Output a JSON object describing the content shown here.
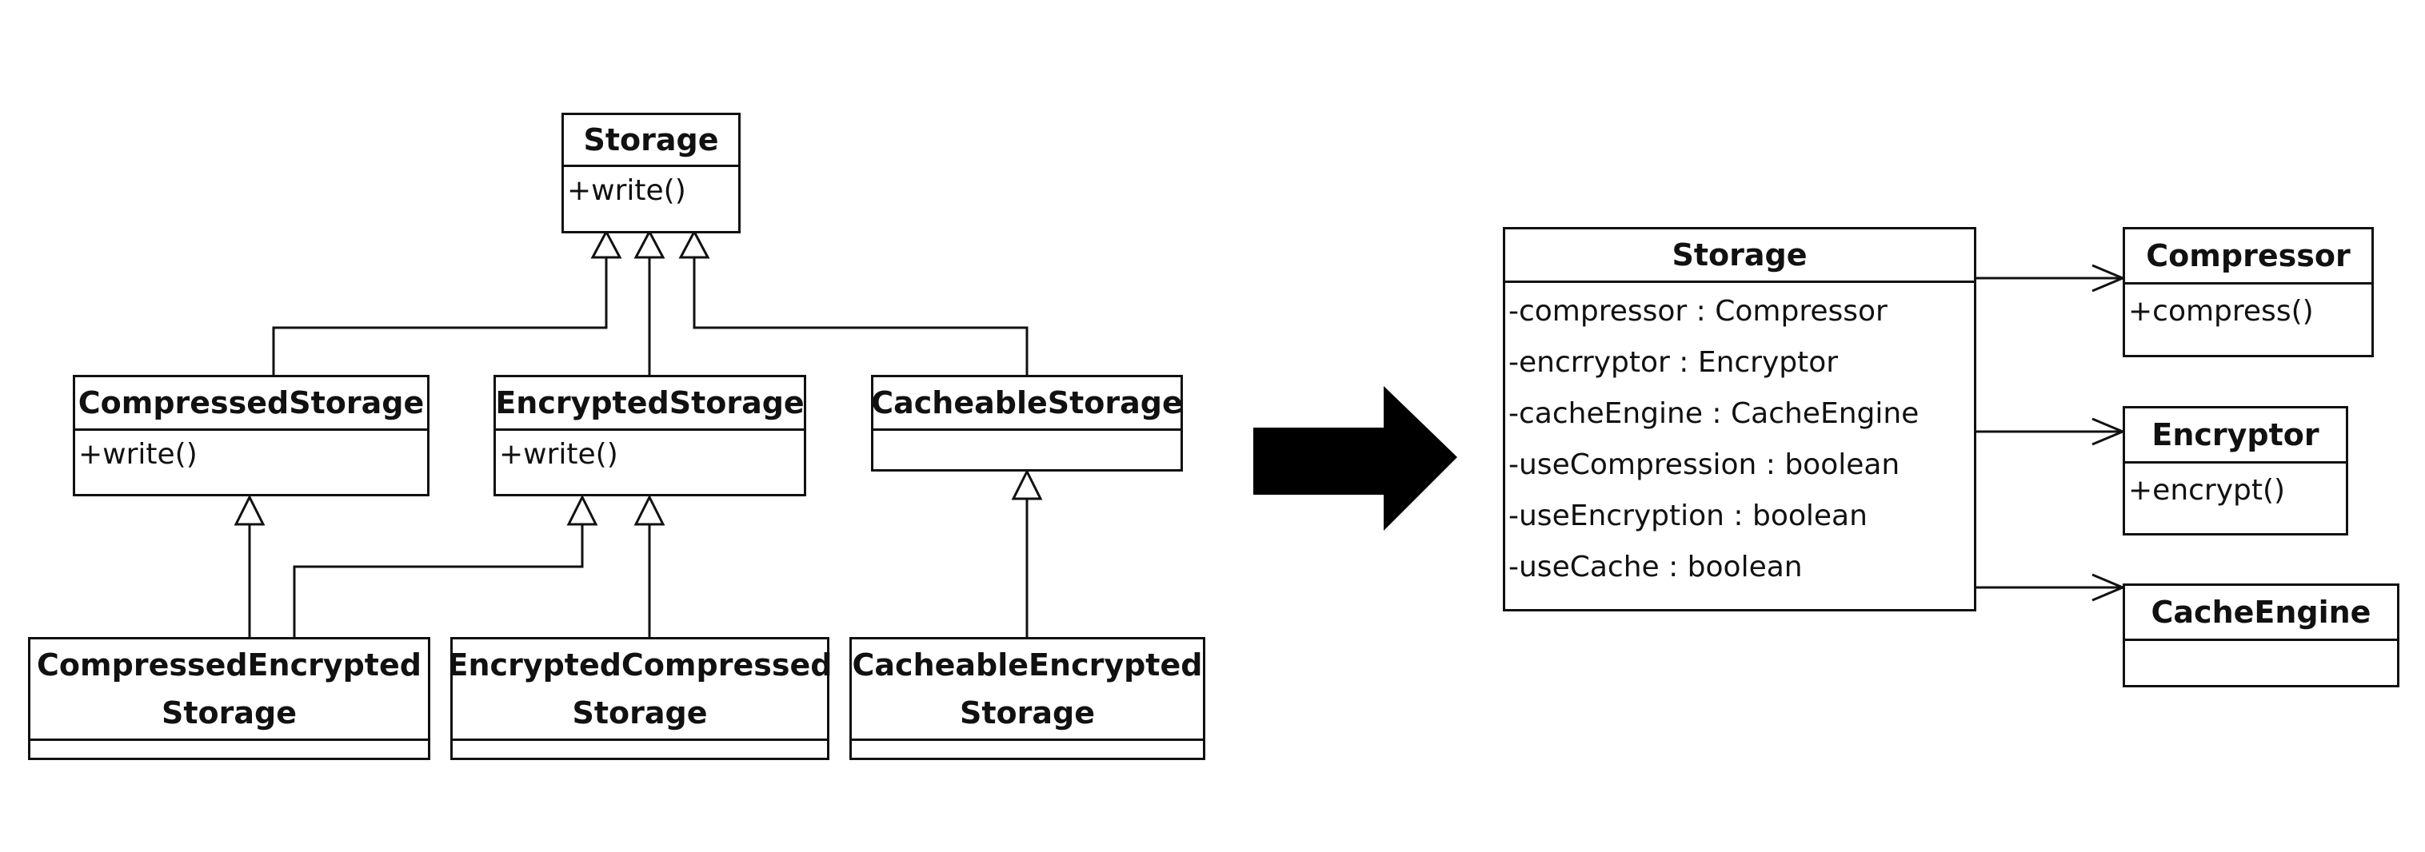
{
  "left": {
    "storage": {
      "name": "Storage",
      "members": [
        "+write()"
      ]
    },
    "compressed": {
      "name": "CompressedStorage",
      "members": [
        "+write()"
      ]
    },
    "encrypted": {
      "name": "EncryptedStorage",
      "members": [
        "+write()"
      ]
    },
    "cacheable": {
      "name": "CacheableStorage",
      "members": []
    },
    "compressed_encrypted": {
      "name": "CompressedEncrypted\nStorage"
    },
    "encrypted_compressed": {
      "name": "EncryptedCompressed\nStorage"
    },
    "cacheable_encrypted": {
      "name": "CacheableEncrypted\nStorage"
    }
  },
  "right": {
    "storage": {
      "name": "Storage",
      "fields": [
        "-compressor : Compressor",
        "-encrryptor : Encryptor",
        "-cacheEngine : CacheEngine",
        "-useCompression : boolean",
        "-useEncryption : boolean",
        "-useCache : boolean"
      ]
    },
    "compressor": {
      "name": "Compressor",
      "members": [
        "+compress()"
      ]
    },
    "encryptor": {
      "name": "Encryptor",
      "members": [
        "+encrypt()"
      ]
    },
    "cache_engine": {
      "name": "CacheEngine",
      "members": []
    }
  },
  "transform_arrow": {
    "icon": "right-arrow-icon",
    "color": "#000000"
  }
}
